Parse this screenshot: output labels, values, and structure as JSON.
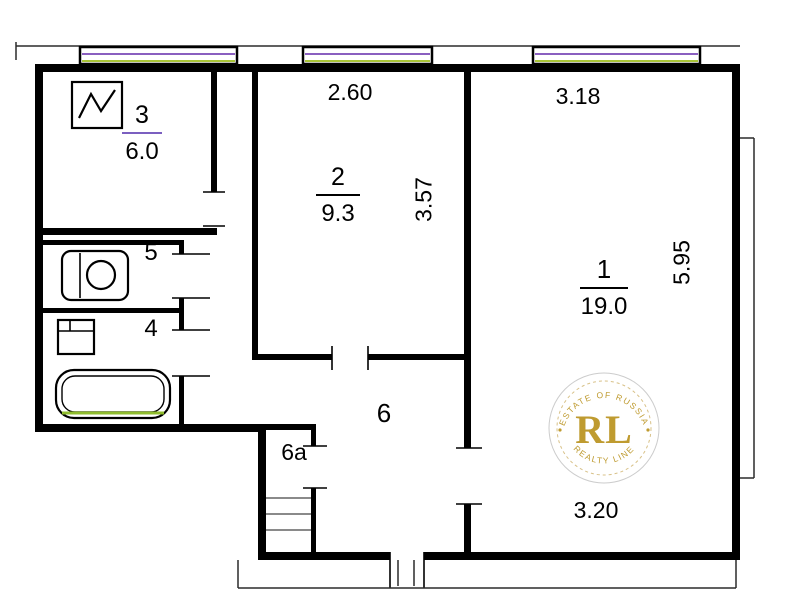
{
  "rooms": {
    "r1": {
      "number": "1",
      "area": "19.0"
    },
    "r2": {
      "number": "2",
      "area": "9.3"
    },
    "r3": {
      "number": "3",
      "area": "6.0"
    },
    "r4": {
      "number": "4"
    },
    "r5": {
      "number": "5"
    },
    "r6": {
      "number": "6"
    },
    "r6a": {
      "number": "6a"
    }
  },
  "dims": {
    "room2_top": "2.60",
    "room2_side": "3.57",
    "room1_top": "3.18",
    "room1_side": "5.95",
    "room1_bottom": "3.20"
  },
  "watermark": {
    "initials": "RL",
    "arc_top": "ESTATE OF RUSSIA",
    "arc_bottom": "REALTY LINE",
    "gold": "#bf9b30"
  },
  "colors": {
    "walls": "#000000",
    "thin_line": "#2b2b2b",
    "window_tint": "#8a5fc0",
    "window_green": "#a8c437",
    "tub_line": "#8fbc2e",
    "room3_underline": "#7b5fc0"
  }
}
